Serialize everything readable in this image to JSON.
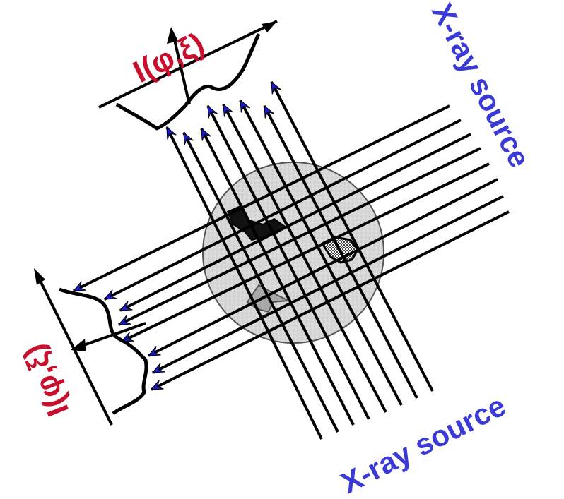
{
  "labels": {
    "projection_top": "I(φ,ξ)",
    "projection_left": "I(φ,ξ)",
    "source_bottom": "X-ray source",
    "source_right": "X-ray source"
  },
  "colors": {
    "label_red": "#c8102e",
    "label_blue": "#3a3ad6",
    "arrowhead_blue": "#1a1acc",
    "ray": "#000000",
    "object_fill": "#d9d9d9"
  }
}
